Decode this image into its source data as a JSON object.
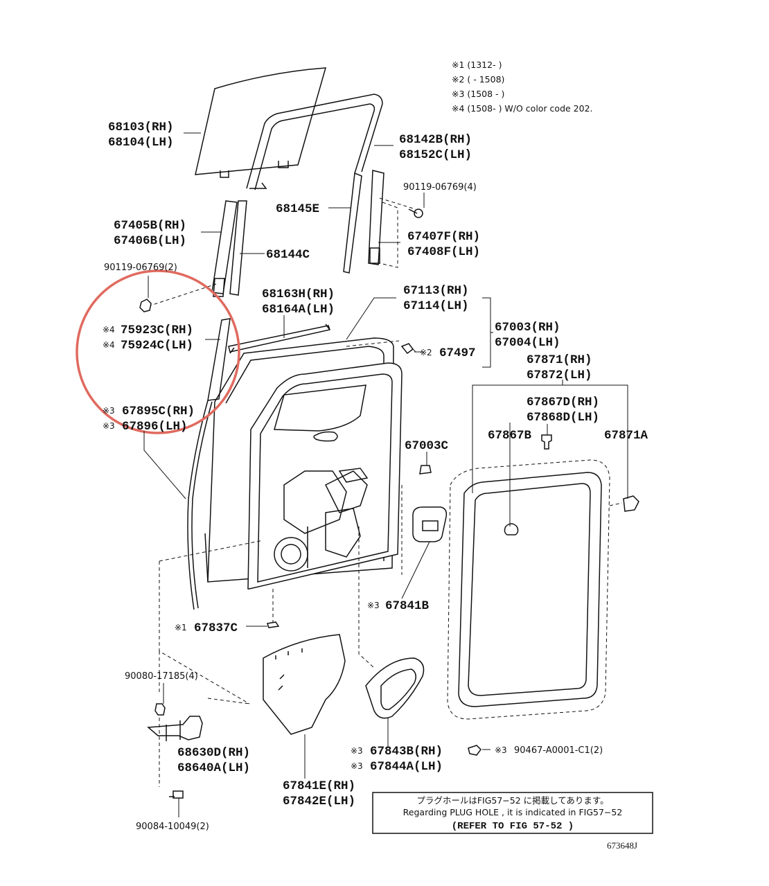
{
  "notes": {
    "n1": "※1 (1312-      )",
    "n2": "※2 (      - 1508)",
    "n3": "※3 (1508 -      )",
    "n4": "※4 (1508-      ) W/O color code 202."
  },
  "labels": {
    "glass_rh": "68103(RH)",
    "glass_lh": "68104(LH)",
    "run_rh": "68142B(RH)",
    "run_lh": "68152C(LH)",
    "bolt_a": "90119-06769(4)",
    "channel_e": "68145E",
    "frame_rh": "67405B(RH)",
    "frame_lh": "67406B(LH)",
    "channel_c": "68144C",
    "bracket_rh": "67407F(RH)",
    "bracket_lh": "67408F(LH)",
    "bolt_b": "90119-06769(2)",
    "belt_rh": "68163H(RH)",
    "belt_lh": "68164A(LH)",
    "outer_rh": "67113(RH)",
    "outer_lh": "67114(LH)",
    "garnish_rh": "75923C(RH)",
    "garnish_lh": "75924C(LH)",
    "panel_rh": "67003(RH)",
    "panel_lh": "67004(LH)",
    "clip_2": "67497",
    "weather_rh": "67871(RH)",
    "weather_lh": "67872(LH)",
    "wstrip_rh": "67895C(RH)",
    "wstrip_lh": "67896(LH)",
    "clip_d_rh": "67867D(RH)",
    "clip_d_lh": "67868D(LH)",
    "cushion": "67003C",
    "clip_b": "67867B",
    "clip_a": "67871A",
    "cover_b": "67841B",
    "hole_plug": "67837C",
    "nut": "90080-17185(4)",
    "hinge_rh": "68630D(RH)",
    "hinge_lh": "68640A(LH)",
    "cover_rh": "67843B(RH)",
    "cover_lh": "67844A(LH)",
    "clip_c1": "90467-A0001-C1(2)",
    "seal_rh": "67841E(RH)",
    "seal_lh": "67842E(LH)",
    "bolt_c": "90084-10049(2)",
    "fig_id": "673648J"
  },
  "marks": {
    "m1": "※1",
    "m2": "※2",
    "m3": "※3",
    "m4": "※4"
  },
  "refbox": {
    "line1": "プラグホールはFIG57−52 に掲載してあります。",
    "line2": "Regarding  PLUG HOLE , it is indicated in FIG57−52",
    "line3": "(REFER TO FIG 57-52 )"
  },
  "highlight_color": "#e06a5f"
}
